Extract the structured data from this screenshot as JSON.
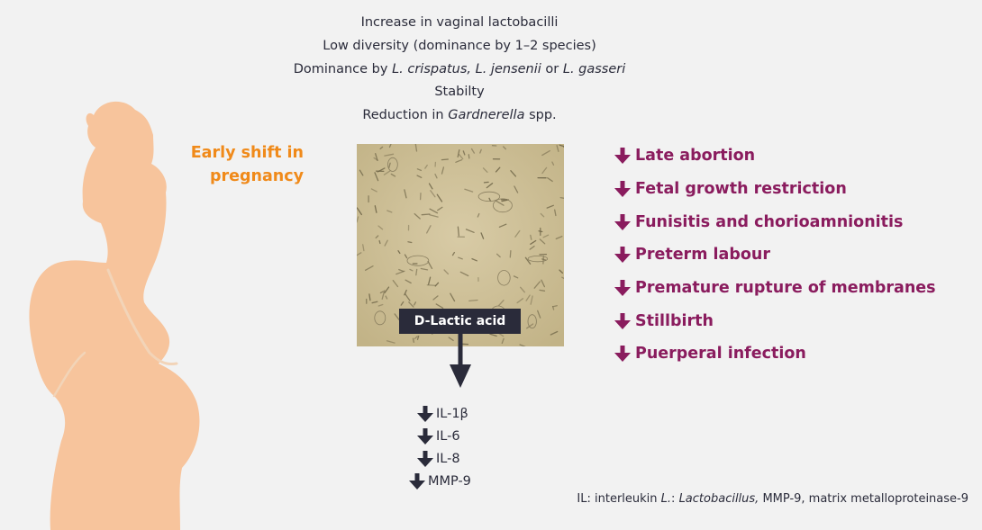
{
  "header_lines": [
    {
      "parts": [
        {
          "t": "Increase in vaginal lactobacilli"
        }
      ]
    },
    {
      "parts": [
        {
          "t": "Low diversity (dominance by 1–2 species)"
        }
      ]
    },
    {
      "parts": [
        {
          "t": "Dominance by "
        },
        {
          "t": "L. crispatus, L. jensenii",
          "i": true
        },
        {
          "t": " or "
        },
        {
          "t": "L. gasseri",
          "i": true
        }
      ]
    },
    {
      "parts": [
        {
          "t": "Stabilty"
        }
      ]
    },
    {
      "parts": [
        {
          "t": "Reduction in "
        },
        {
          "t": "Gardnerella",
          "i": true
        },
        {
          "t": " spp."
        }
      ]
    }
  ],
  "shift_title": {
    "line1": "Early shift in",
    "line2": "pregnancy"
  },
  "lactic_acid_label": "D-Lactic acid",
  "cytokines": [
    "IL-1β",
    "IL-6",
    "IL-8",
    "MMP-9"
  ],
  "outcomes": [
    "Late abortion",
    "Fetal growth restriction",
    "Funisitis and chorioamnionitis",
    "Preterm labour",
    "Premature rupture of membranes",
    "Stillbirth",
    "Puerperal infection"
  ],
  "footnote": {
    "parts": [
      {
        "t": "IL: interleukin"
      },
      {
        "t": " L.",
        "i": true
      },
      {
        "t": ": "
      },
      {
        "t": "Lactobacillus,",
        "i": true
      },
      {
        "t": " MMP-9, matrix metalloproteinase-9"
      }
    ]
  },
  "colors": {
    "background": "#f2f2f2",
    "text_dark": "#2a2b3a",
    "accent_orange": "#f08a1a",
    "outcome_purple": "#8a1c5e",
    "silhouette": "#f7c49c"
  },
  "icons": {
    "down_arrow": "down-arrow-icon"
  }
}
